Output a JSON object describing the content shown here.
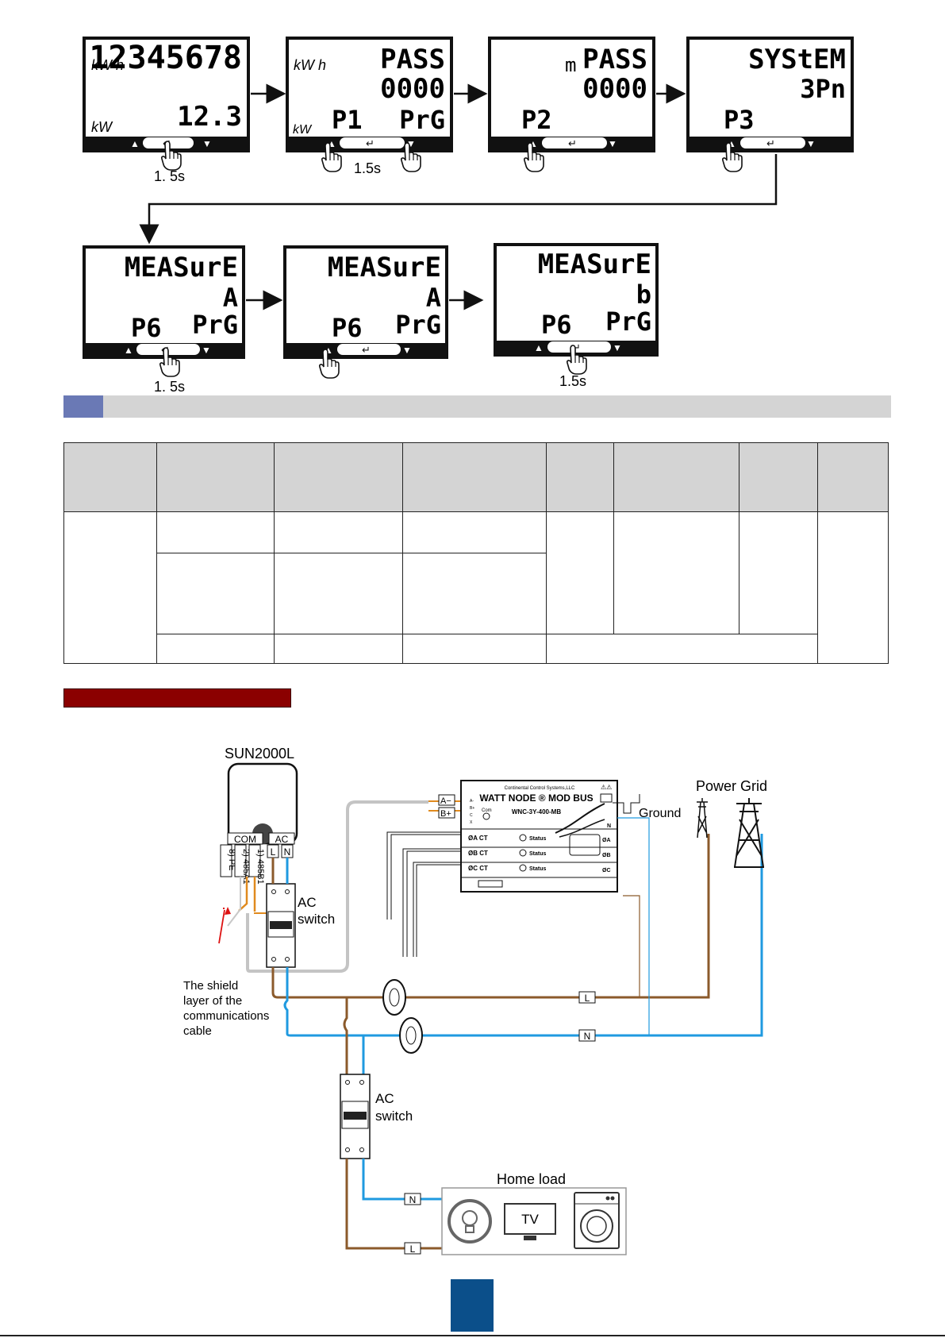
{
  "lcd_row1": [
    {
      "top_left": "kW h",
      "line1": "12345678",
      "line2": "",
      "line3_left": "kW",
      "line3_right": "12.3",
      "caption": "1. 5s"
    },
    {
      "top_left": "kW h",
      "line1": "PASS",
      "line2": "0000",
      "line3_left": "P1",
      "line3_right": "PrG",
      "bottom_left": "kW",
      "caption": "1.5s"
    },
    {
      "top_left": "m",
      "line1": "PASS",
      "line2": "0000",
      "line3_left": "P2",
      "line3_right": "",
      "caption": ""
    },
    {
      "top_left": "",
      "line1": "SYStEM",
      "line2": "3Pn",
      "line3_left": "P3",
      "line3_right": "",
      "caption": ""
    }
  ],
  "lcd_row2": [
    {
      "line1": "MEASurE",
      "line2": "A",
      "line3_left": "P6",
      "line3_right": "PrG",
      "caption": "1. 5s"
    },
    {
      "line1": "MEASurE",
      "line2": "A",
      "line3_left": "P6",
      "line3_right": "PrG",
      "caption": ""
    },
    {
      "line1": "MEASurE",
      "line2": "b",
      "line3_left": "P6",
      "line3_right": "PrG",
      "caption": "1.5s"
    }
  ],
  "keypad_glyphs": {
    "up": "▲",
    "enter": "↵",
    "down": "▼"
  },
  "diagram": {
    "inverter_label": "SUN2000L",
    "com_label": "COM",
    "ac_label": "AC",
    "ac_terminals": [
      "L",
      "N"
    ],
    "com_pins": [
      "8) PE",
      "2) 485A1",
      "1) 485B1"
    ],
    "ac_switch_label_1": "AC",
    "ac_switch_label_2": "switch",
    "shield_note": [
      "The shield",
      "layer of the",
      "communications",
      "cable"
    ],
    "meter_maker": "Continental Control Systems,LLC",
    "meter_brand": "WATT NODE ® MOD BUS",
    "meter_model": "WNC-3Y-400-MB",
    "meter_ct_labels": [
      "ØA CT",
      "ØB CT",
      "ØC CT"
    ],
    "meter_status_label": "Status",
    "meter_phase_labels": [
      "N",
      "ØA",
      "ØB",
      "ØC"
    ],
    "meter_comm_terminals": [
      "A-",
      "B+",
      "C",
      "X"
    ],
    "meter_com_label": "Com",
    "rs485_terminals": [
      "A−",
      "B+"
    ],
    "ground_label": "Ground",
    "power_grid_label": "Power Grid",
    "line_tag_L": "L",
    "line_tag_N": "N",
    "home_load_label": "Home load",
    "tv_label": "TV"
  },
  "colors": {
    "brown": "#8b5a2b",
    "blue": "#1f9ae0",
    "grey_cable": "#bdbdbd",
    "section_accent": "#6a79b5",
    "red_header": "#8b0000",
    "page_block": "#0b4f8a"
  }
}
